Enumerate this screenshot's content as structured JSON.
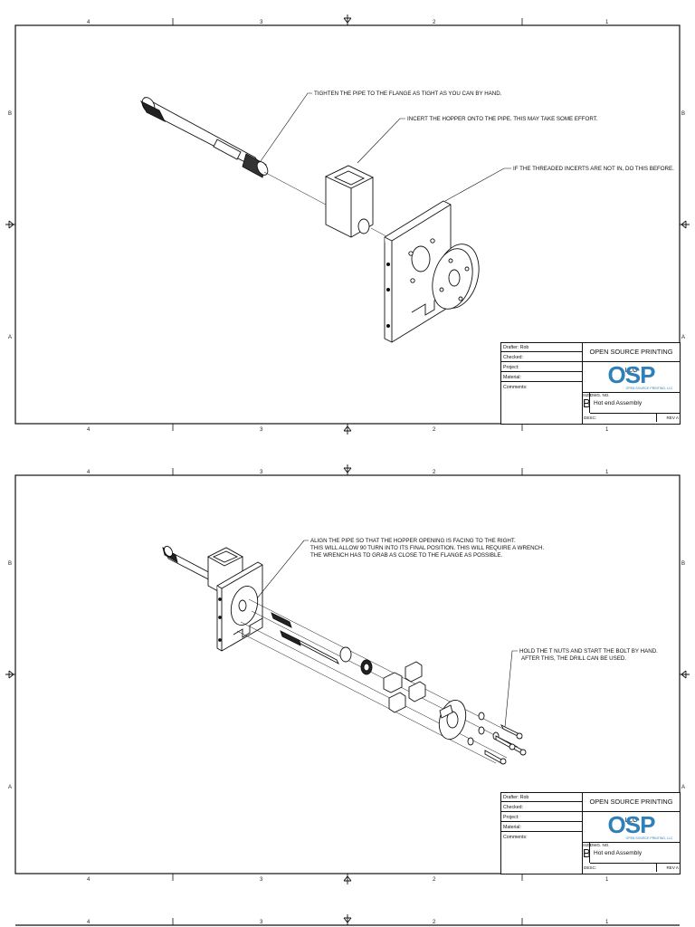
{
  "zones": {
    "columns": [
      "4",
      "3",
      "2",
      "1"
    ],
    "rows": [
      "B",
      "A"
    ]
  },
  "sheets": [
    {
      "notes": [
        "TIGHTEN THE PIPE TO THE FLANGE AS TIGHT AS YOU CAN BY HAND.",
        "INCERT THE HOPPER ONTO THE PIPE. THIS MAY TAKE SOME EFFORT.",
        "IF THE THREADED INCERTS ARE NOT IN, DO THIS BEFORE."
      ]
    },
    {
      "notes": [
        "ALIGN THE PIPE SO THAT THE HOPPER OPENING IS FACING TO THE RIGHT.",
        "THIS WILL ALLOW 90 TURN INTO ITS FINAL POSITION. THIS WILL REQUIRE A WRENCH.",
        "THE WRENCH HAS TO GRAB AS CLOSE TO THE FLANGE AS POSSIBLE.",
        "HOLD THE T NUTS AND START THE BOLT BY HAND.",
        "AFTER THIS, THE DRILL CAN BE USED."
      ]
    }
  ],
  "title_block": {
    "drafter": "Drafter: Rob",
    "checked": "Checked:",
    "project": "Project:",
    "material": "Material:",
    "comments": "Comments:",
    "company": "OPEN SOURCE PRINTING LLC",
    "logo": "OSP",
    "logo_subtitle": "OPEN SOURCE PRINTING, LLC",
    "size_label": "SIZE",
    "size_value": "B",
    "dwg_no_label": "DWG. NO.",
    "drawing_title": "Hot end Assembly",
    "desc_label": "DESC:",
    "rev": "REV A"
  },
  "colors": {
    "line": "#111111",
    "logo_blue": "#2f7fb8"
  }
}
